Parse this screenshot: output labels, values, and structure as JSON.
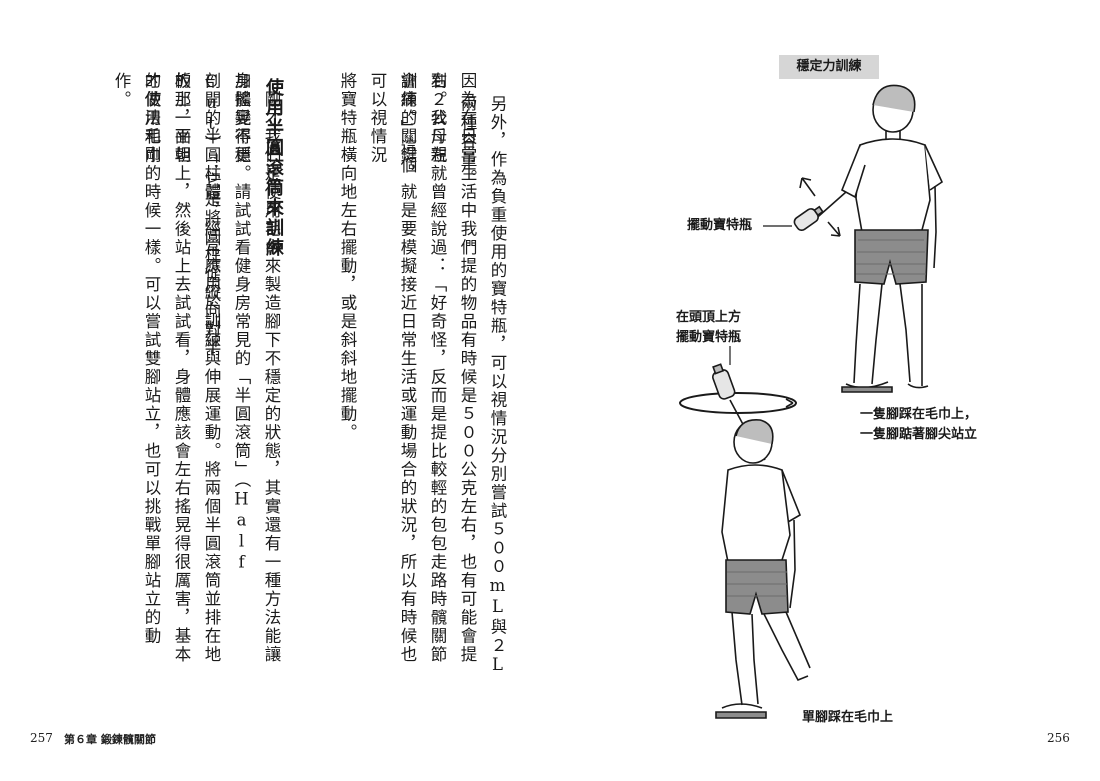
{
  "left_page": {
    "folio": "257",
    "running_head": "第６章  鍛鍊髖關節",
    "col1": "另外，作為負重使用的寶特瓶，可以視情況分別嘗試５００mL與２L兩種容量。",
    "col2": "因為在日常生活中我們提的物品有時候是５００公克左右，也有可能會提到２公斤左",
    "col3": "右。我母親就曾經說過：「好奇怪，反而是提比較輕的包包走路時髖關節會痛。」這個",
    "col4": "訓練的關鍵，就是要模擬接近日常生活或運動場合的狀況，所以有時候也可以視情況",
    "col5": "將寶特瓶橫向地左右擺動，或是斜斜地擺動。",
    "heading": "使用半圓滾筒來訓練",
    "col6": "　剛才我們是使用毛巾來製造腳下不穩定的狀態，其實還有一種方法能讓身體變得更",
    "col7": "加搖晃不穩。請試試看健身房常見的「半圓滾筒」（Half Cut）！它是將圓柱從縱向對半",
    "col8": "剖開的半圓柱體，經常應用於訓練與伸展運動。將兩個半圓滾筒並排在地板上，平坦",
    "col9": "的那一面朝上，然後站上去試試看，身體應該會左右搖晃得很厲害，基本的做法和剛",
    "col10": "才使用毛巾的時候一樣。可以嘗試雙腳站立，也可以挑戰單腳站立的動作。"
  },
  "right_page": {
    "folio": "256",
    "badge": "穩定力訓練",
    "label_swing": "擺動寶特瓶",
    "label_overhead": "在頭頂上方\n擺動寶特瓶",
    "label_foot": "一隻腳踩在毛巾上，\n一隻腳踮著腳尖站立",
    "label_single": "單腳踩在毛巾上"
  }
}
